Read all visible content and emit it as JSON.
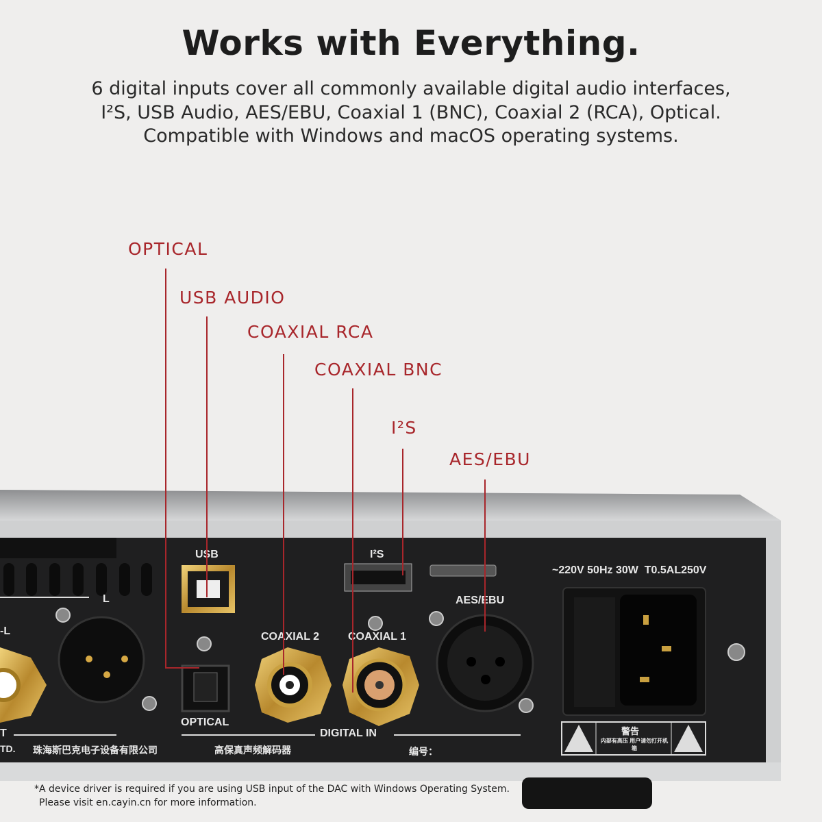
{
  "header": {
    "title": "Works with Everything.",
    "subtitle_lines": [
      "6 digital inputs cover all commonly available digital audio interfaces,",
      "I²S, USB Audio, AES/EBU, Coaxial 1 (BNC), Coaxial 2 (RCA), Optical.",
      "Compatible with Windows and macOS operating systems."
    ]
  },
  "callouts": {
    "optical": "OPTICAL",
    "usb": "USB AUDIO",
    "rca": "COAXIAL RCA",
    "bnc": "COAXIAL BNC",
    "i2s": "I²S",
    "aes": "AES/EBU"
  },
  "panel_labels": {
    "usb": "USB",
    "i2s": "I²S",
    "power": "~220V 50Hz 30W  T0.5AL250V",
    "aes": "AES/EBU",
    "coax2": "COAXIAL 2",
    "coax1": "COAXIAL 1",
    "optical": "OPTICAL",
    "digital_in": "DIGITAL IN",
    "l": "L",
    "minus_l": "-L",
    "t": "T",
    "td": "TD.",
    "company_cn": "珠海斯巴克电子设备有限公司",
    "product_cn": "高保真声频解码器",
    "serial_cn": "编号：",
    "warning_cn": "警告",
    "warning_detail_cn": "内部有高压 用户请勿打开机箱"
  },
  "footnote": {
    "lines": [
      "*A device driver is required if you are using USB input of the DAC with Windows Operating System.",
      "Please visit en.cayin.cn for more information."
    ]
  },
  "colors": {
    "accent": "#a8262b",
    "background": "#efeeed",
    "panel": "#1f1f20",
    "gold": "#c9a040"
  }
}
